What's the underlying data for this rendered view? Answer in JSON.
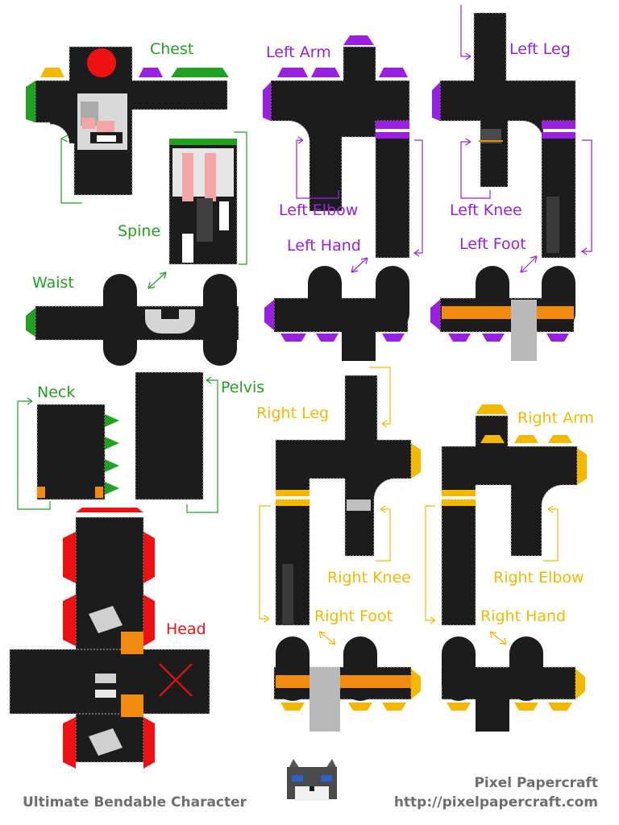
{
  "labels": {
    "chest": "Chest",
    "spine": "Spine",
    "waist": "Waist",
    "neck": "Neck",
    "pelvis": "Pelvis",
    "head": "Head",
    "left_arm": "Left Arm",
    "left_elbow": "Left Elbow",
    "left_hand": "Left Hand",
    "left_leg": "Left Leg",
    "left_knee": "Left Knee",
    "left_foot": "Left Foot",
    "right_leg": "Right Leg",
    "right_knee": "Right Knee",
    "right_foot": "Right Foot",
    "right_arm": "Right Arm",
    "right_elbow": "Right Elbow",
    "right_hand": "Right Hand"
  },
  "footer": {
    "title": "Ultimate Bendable Character",
    "brand": "Pixel Papercraft",
    "url": "http://pixelpapercraft.com"
  },
  "colors": {
    "body": "#1c1c1c",
    "green": "#22a022",
    "purple": "#9a1fe0",
    "orange": "#f5b800",
    "red": "#ee1111",
    "shoe": "#f08a10",
    "grey": "#b9b9b9"
  }
}
